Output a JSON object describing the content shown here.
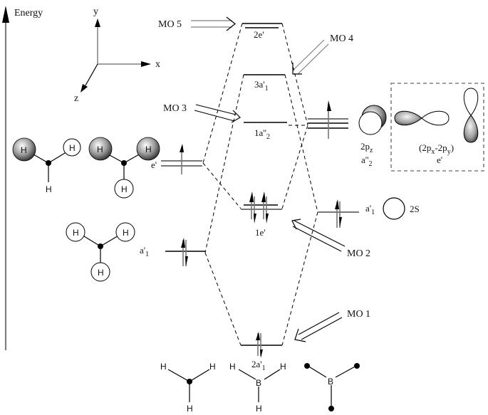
{
  "energy_axis": {
    "label": "Energy"
  },
  "axes": {
    "x": "x",
    "y": "y",
    "z": "z"
  },
  "mo_labels": {
    "mo1": "MO 1",
    "mo2": "MO 2",
    "mo3": "MO 3",
    "mo4": "MO 4",
    "mo5": "MO 5"
  },
  "levels": {
    "center": [
      {
        "name": "2e'",
        "label_main": "2e'",
        "label_sub": ""
      },
      {
        "name": "3a'1",
        "label_main": "3a'",
        "label_sub": "1"
      },
      {
        "name": "1a''2",
        "label_main": "1a''",
        "label_sub": "2"
      },
      {
        "name": "1e'",
        "label_main": "1e'",
        "label_sub": ""
      },
      {
        "name": "2a'1",
        "label_main": "2a'",
        "label_sub": "1"
      }
    ],
    "left": [
      {
        "label_main": "e'",
        "label_sub": ""
      },
      {
        "label_main": "a'",
        "label_sub": "1"
      }
    ],
    "right": [
      {
        "label_main": "a'",
        "label_sub": "1",
        "orbital": "2S"
      }
    ]
  },
  "boron_orbitals": {
    "pz": {
      "label_main": "2p",
      "label_sub": "z",
      "sym_main": "a''",
      "sym_sub": "2"
    },
    "pxy": {
      "label": "(2p",
      "sub_x": "x",
      "mid": "-2p",
      "sub_y": "y",
      "close": ")",
      "sym": "e'"
    }
  },
  "atoms": {
    "H": "H",
    "B": "B"
  }
}
